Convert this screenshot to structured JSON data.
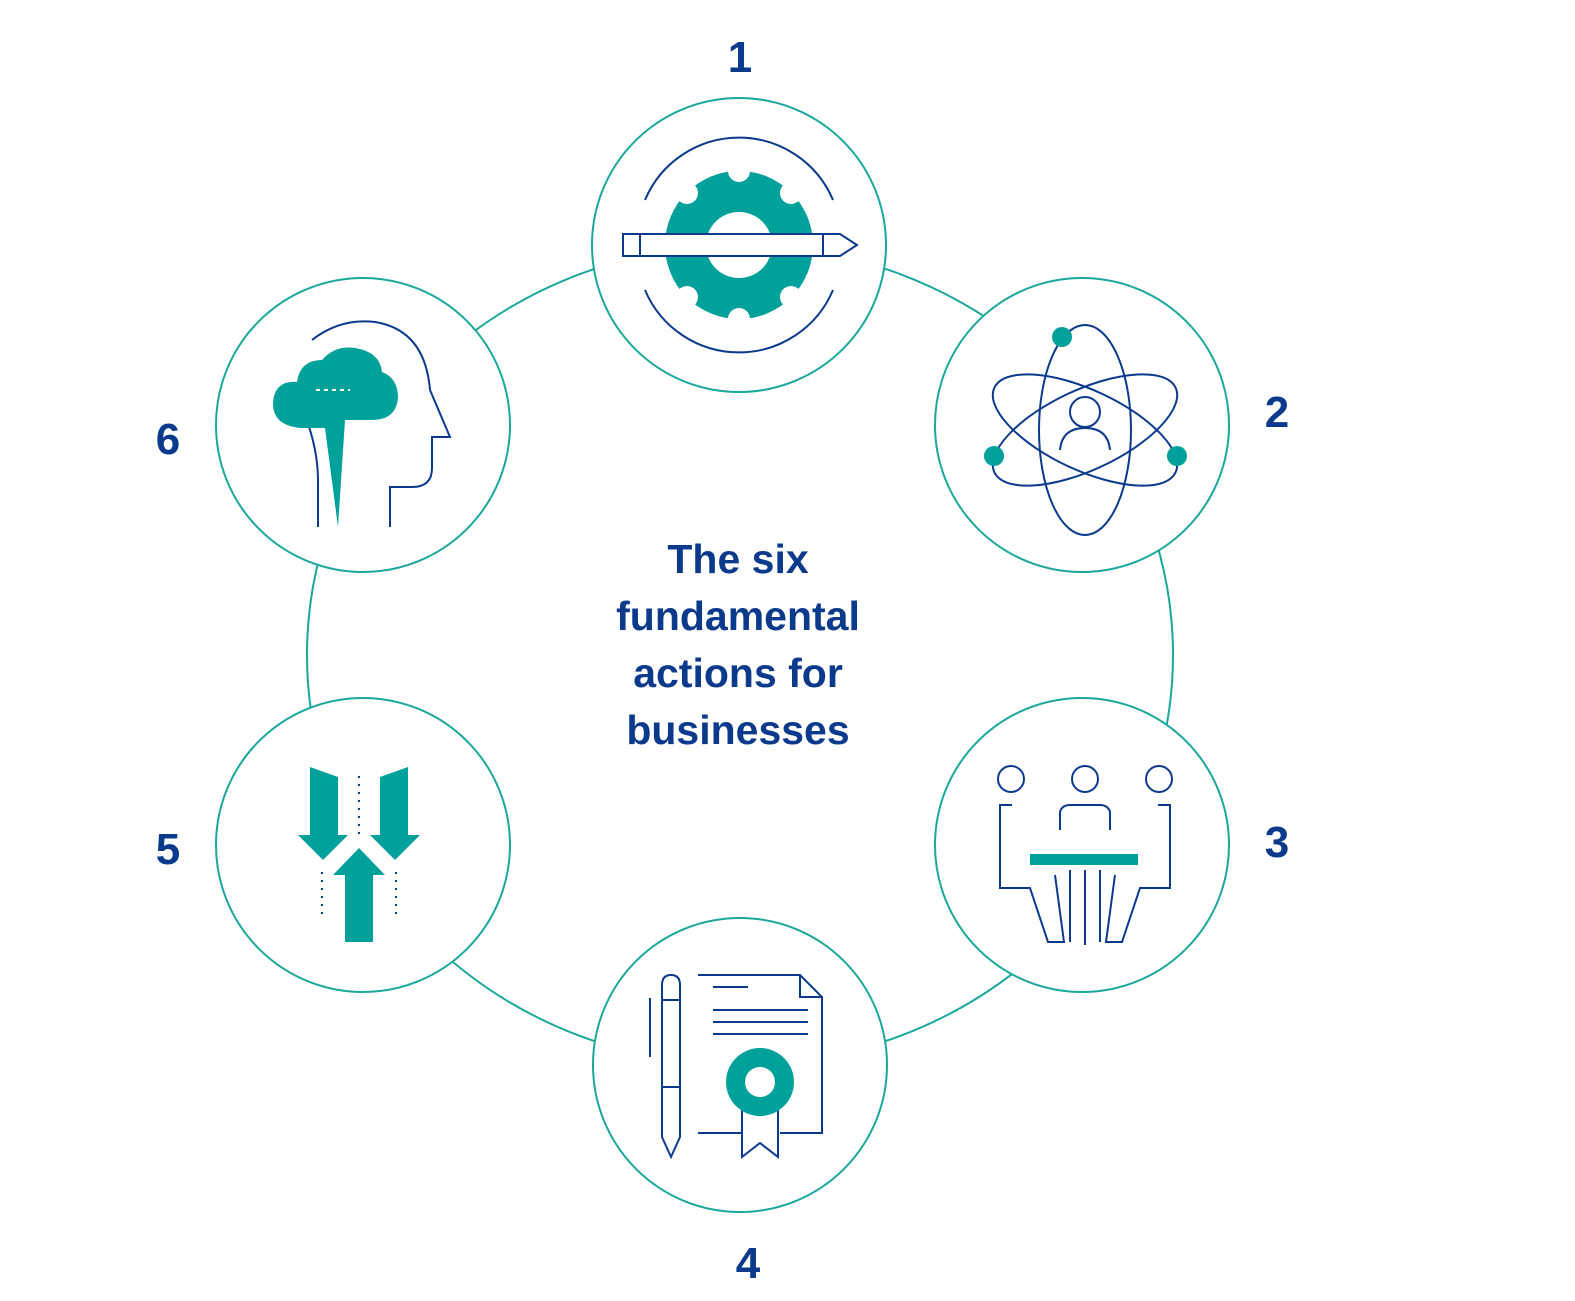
{
  "title_lines": [
    "The six",
    "fundamental",
    "actions for",
    "businesses"
  ],
  "steps": [
    {
      "number": "1",
      "icon": "gear-pencil-icon"
    },
    {
      "number": "2",
      "icon": "atom-person-icon"
    },
    {
      "number": "3",
      "icon": "meeting-table-icon"
    },
    {
      "number": "4",
      "icon": "certificate-document-icon"
    },
    {
      "number": "5",
      "icon": "converging-arrows-icon"
    },
    {
      "number": "6",
      "icon": "head-tree-icon"
    }
  ],
  "colors": {
    "teal": "#00a19a",
    "navy": "#0b3a8d",
    "ring": "#1aa89c"
  }
}
